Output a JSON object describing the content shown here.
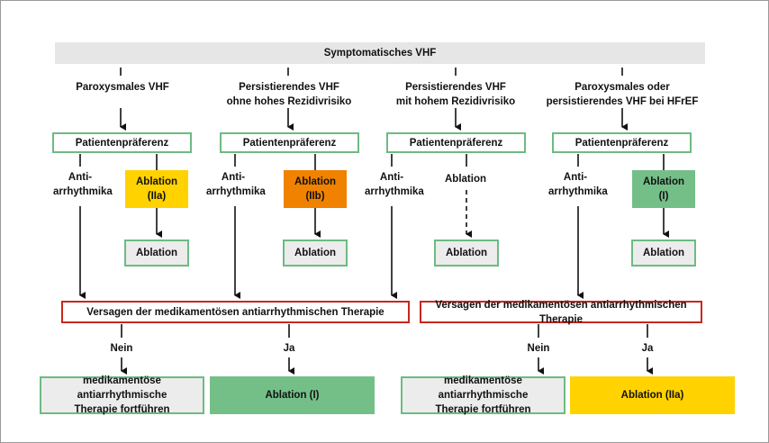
{
  "title": "Symptomatisches VHF",
  "columns": [
    {
      "category": "Paroxysmales VHF",
      "preference": "Patientenpräferenz",
      "drug": "Anti-\narrhythmika",
      "ablation": "Ablation\n(IIa)",
      "result": "Ablation"
    },
    {
      "category": "Persistierendes VHF\nohne hohes Rezidivrisiko",
      "preference": "Patientenpräferenz",
      "drug": "Anti-\narrhythmika",
      "ablation": "Ablation\n(IIb)",
      "result": "Ablation"
    },
    {
      "category": "Persistierendes VHF\nmit hohem Rezidivrisiko",
      "preference": "Patientenpräferenz",
      "drug": "Anti-\narrhythmika",
      "ablation": "Ablation",
      "result": "Ablation"
    },
    {
      "category": "Paroxysmales oder\npersistierendes VHF bei HFrEF",
      "preference": "Patientenpräferenz",
      "drug": "Anti-\narrhythmika",
      "ablation": "Ablation\n(I)",
      "result": "Ablation"
    }
  ],
  "failure_left": "Versagen der medikamentösen antiarrhythmischen Therapie",
  "failure_right": "Versagen der medikamentösen antiarrhythmischen Therapie",
  "branch_no": "Nein",
  "branch_yes": "Ja",
  "outcome_continue": "medikamentöse antiarrhythmische\nTherapie fortführen",
  "outcome_left_yes": "Ablation (I)",
  "outcome_right_yes": "Ablation (IIa)",
  "colors": {
    "green_border": "#6cbb83",
    "red_border": "#c8281e",
    "yellow": "#ffd200",
    "orange": "#f08200",
    "green_fill": "#74bf88",
    "grey": "#e6e6e6"
  }
}
